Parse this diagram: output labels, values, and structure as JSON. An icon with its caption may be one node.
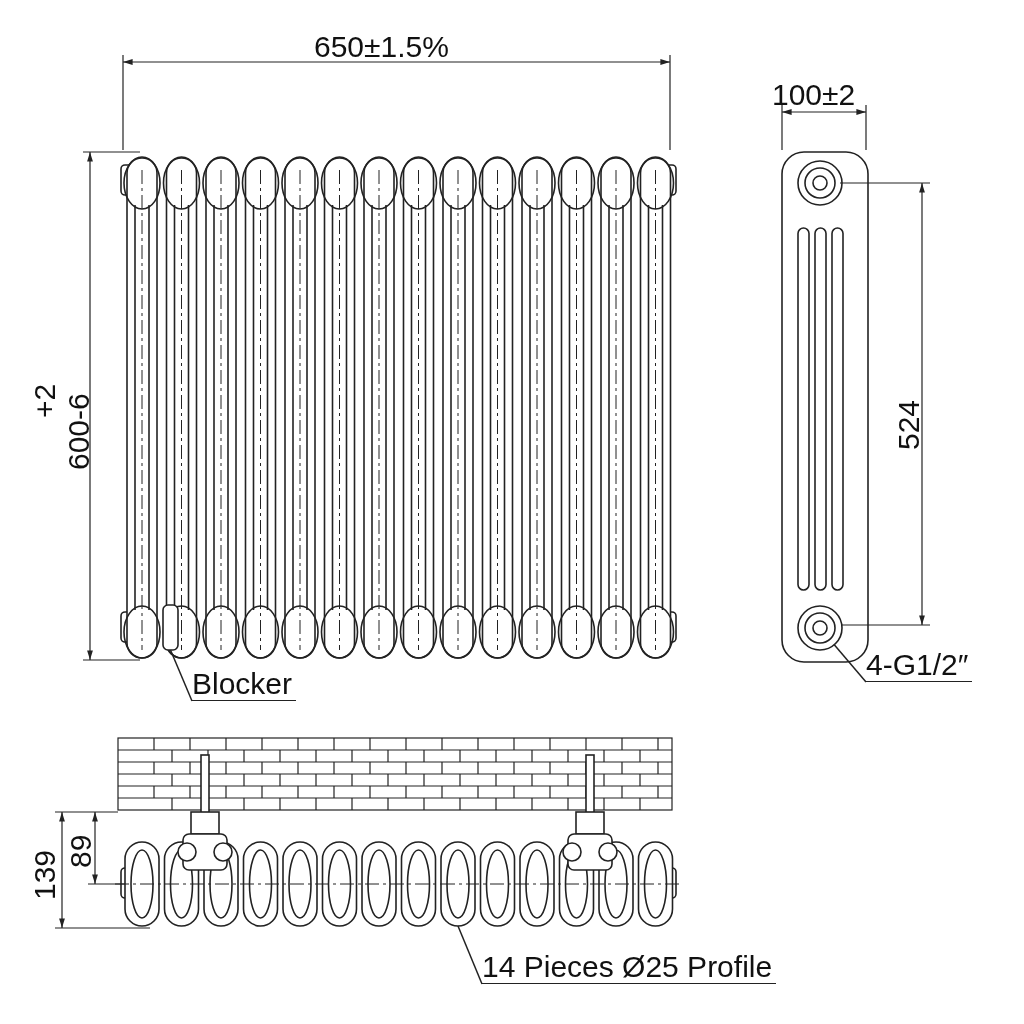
{
  "diagram": {
    "nodes": [
      {
        "text": [
          "Blocker"
        ]
      },
      {
        "text": [],
        "shape": "box"
      },
      {
        "text": [
          "4-G1/2″"
        ]
      },
      {
        "text": [],
        "shape": "circle"
      },
      {
        "text": [
          "14 Pieces Ø25 Profile"
        ]
      },
      {
        "text": [],
        "shape": "picture"
      }
    ],
    "edges": [
      {
        "from": 0,
        "to": 1,
        "arrow": "none"
      },
      {
        "from": 2,
        "to": 3,
        "arrow": "none"
      },
      {
        "from": 4,
        "to": 5,
        "arrow": "none"
      }
    ],
    "labels": [
      "650±1.5%",
      "100±2",
      "+2",
      "600-6",
      "524",
      "139",
      "89"
    ]
  }
}
